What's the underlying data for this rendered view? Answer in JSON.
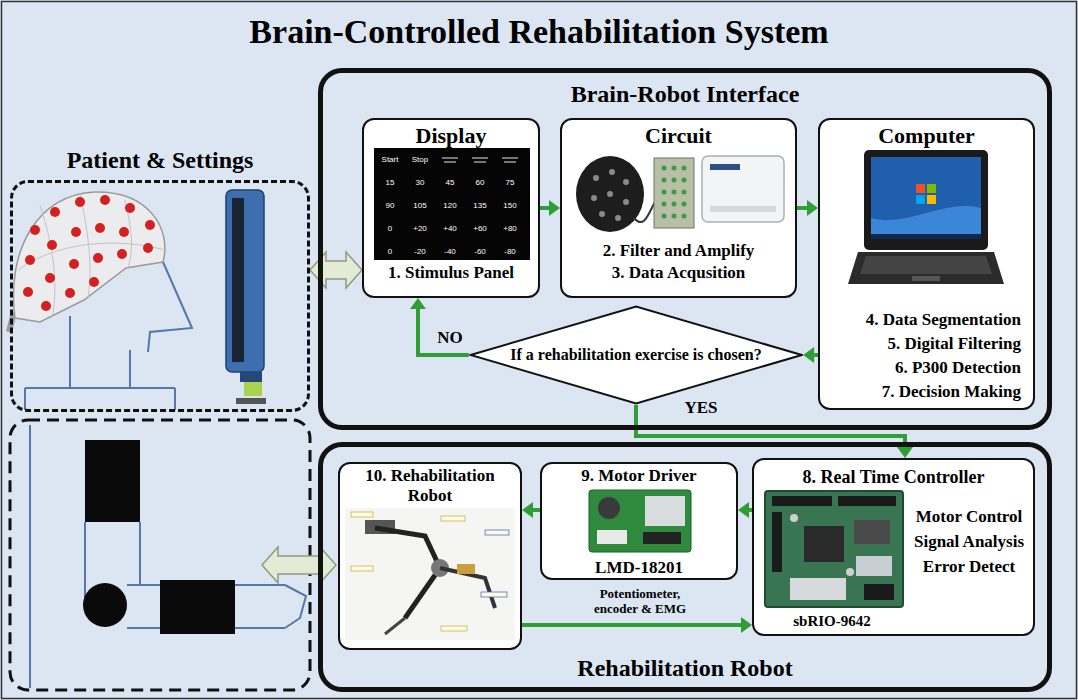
{
  "diagram": {
    "title": "Brain-Controlled Rehabilitation System",
    "nodes": [
      {
        "text": [
          "Patient & Settings"
        ]
      },
      {
        "text": [
          "Brain-Robot Interface"
        ]
      },
      {
        "text": [
          "Display",
          "1. Stimulus Panel"
        ],
        "in": 1
      },
      {
        "text": [
          "Circuit",
          "2. Filter and Amplify",
          "3. Data Acqusition"
        ],
        "in": 1
      },
      {
        "text": [
          "Computer",
          "4. Data Segmentation",
          "5. Digital Filtering",
          "6. P300 Detection",
          "7. Decision Making"
        ],
        "in": 1
      },
      {
        "text": [
          "If a rehabilitation exercise is chosen?"
        ],
        "in": 1
      },
      {
        "text": [
          "Rehabilitation Robot"
        ]
      },
      {
        "text": [
          "8. Real Time Controller",
          "Motor Control Signal Analysis Error Detect",
          "sbRIO-9642"
        ],
        "in": 6
      },
      {
        "text": [
          "9. Motor Driver",
          "LMD-18201"
        ],
        "in": 6
      },
      {
        "text": [
          "10. Rehabilitation Robot"
        ],
        "in": 6
      }
    ],
    "edges": [
      {
        "from": 0,
        "to": 2,
        "arrow": "both"
      },
      {
        "from": 2,
        "to": 3,
        "arrow": "to"
      },
      {
        "from": 3,
        "to": 4,
        "arrow": "to"
      },
      {
        "from": 4,
        "to": 5,
        "arrow": "to"
      },
      {
        "from": 5,
        "to": 2,
        "label": "NO",
        "arrow": "to"
      },
      {
        "from": 5,
        "to": 7,
        "label": "YES",
        "arrow": "to"
      },
      {
        "from": 7,
        "to": 8,
        "arrow": "to"
      },
      {
        "from": 8,
        "to": 9,
        "arrow": "to"
      },
      {
        "from": 9,
        "to": 7,
        "label": "Potentiometer, encoder & EMG",
        "arrow": "to"
      }
    ],
    "labels": [
      "Start",
      "Stop",
      "15",
      "30",
      "45",
      "60",
      "75",
      "90",
      "105",
      "120",
      "135",
      "150",
      "0",
      "+20",
      "+40",
      "+60",
      "+80",
      "0",
      "-20",
      "-40",
      "-60",
      "-80"
    ]
  }
}
